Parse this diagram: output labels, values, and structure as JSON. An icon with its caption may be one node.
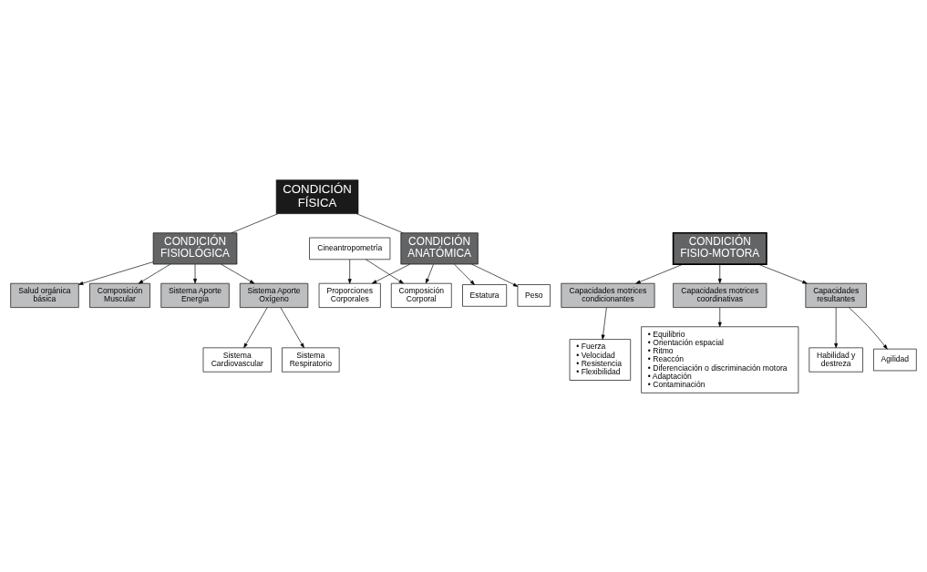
{
  "diagram": {
    "nodes": [
      {
        "text": [
          "CONDICIÓN FÍSICA"
        ]
      },
      {
        "text": [
          "CONDICIÓN ANATÓMICA"
        ]
      },
      {
        "text": [
          "CONDICIÓN FISIOLÓGICA"
        ]
      },
      {
        "text": [
          "CONDICIÓN FISIO-MOTORA"
        ]
      },
      {
        "text": [
          "Estatura"
        ]
      },
      {
        "text": [
          "Peso"
        ]
      },
      {
        "text": [
          "Proporciones Corporales"
        ]
      },
      {
        "text": [
          "Composición Corporal"
        ]
      },
      {
        "text": [
          "Cineantropometría"
        ]
      },
      {
        "text": [
          "Salud orgánica básica"
        ]
      },
      {
        "text": [
          "Composición Muscular"
        ]
      },
      {
        "text": [
          "Sistema Aporte Energía"
        ]
      },
      {
        "text": [
          "Sistema Aporte Oxígeno"
        ]
      },
      {
        "text": [
          "Sistema Cardiovascular"
        ]
      },
      {
        "text": [
          "Sistema Respiratorio"
        ]
      },
      {
        "text": [
          "Capacidades motrices condicionantes"
        ]
      },
      {
        "text": [
          "Capacidades motrices coordinativas"
        ]
      },
      {
        "text": [
          "Capacidades resultantes"
        ]
      },
      {
        "text": [
          "• Fuerza",
          "• Velocidad",
          "• Resistencia",
          "• Flexibilidad"
        ]
      },
      {
        "text": [
          "• Equilibrio",
          "• Orientación espacial",
          "• Ritmo",
          "• Reaccón",
          "• Diferenciación o discriminación motora",
          "• Adaptación",
          "• Contaminación"
        ]
      },
      {
        "text": [
          "Habilidad y destreza"
        ]
      },
      {
        "text": [
          "Agilidad"
        ]
      }
    ],
    "edges": [
      {
        "from": 0,
        "to": 1,
        "arrow": "none"
      },
      {
        "from": 0,
        "to": 2,
        "arrow": "none"
      },
      {
        "from": 1,
        "to": 4,
        "arrow": "to"
      },
      {
        "from": 1,
        "to": 5,
        "arrow": "to"
      },
      {
        "from": 1,
        "to": 6,
        "arrow": "to"
      },
      {
        "from": 1,
        "to": 7,
        "arrow": "to"
      },
      {
        "from": 8,
        "to": 6,
        "arrow": "to"
      },
      {
        "from": 8,
        "to": 7,
        "arrow": "to"
      },
      {
        "from": 2,
        "to": 9,
        "arrow": "to"
      },
      {
        "from": 2,
        "to": 10,
        "arrow": "to"
      },
      {
        "from": 2,
        "to": 11,
        "arrow": "to"
      },
      {
        "from": 2,
        "to": 12,
        "arrow": "to"
      },
      {
        "from": 12,
        "to": 13,
        "arrow": "to"
      },
      {
        "from": 12,
        "to": 14,
        "arrow": "to"
      },
      {
        "from": 3,
        "to": 15,
        "arrow": "to"
      },
      {
        "from": 3,
        "to": 16,
        "arrow": "to"
      },
      {
        "from": 3,
        "to": 17,
        "arrow": "to"
      },
      {
        "from": 15,
        "to": 18,
        "arrow": "to"
      },
      {
        "from": 16,
        "to": 19,
        "arrow": "to"
      },
      {
        "from": 17,
        "to": 20,
        "arrow": "to"
      },
      {
        "from": 17,
        "to": 21,
        "arrow": "to"
      }
    ]
  }
}
